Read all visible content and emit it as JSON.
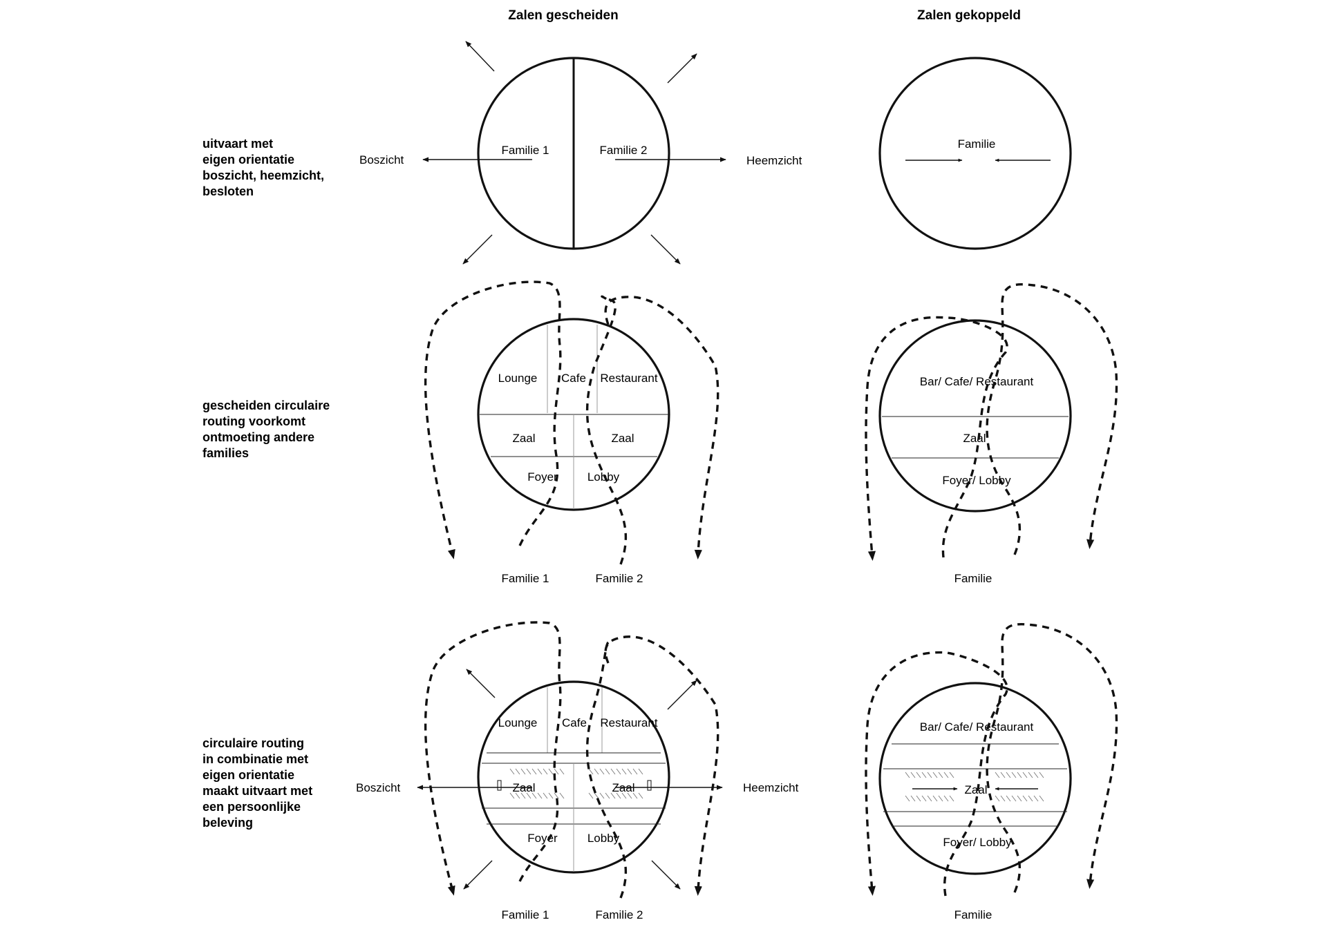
{
  "headers": {
    "separate": "Zalen gescheiden",
    "coupled": "Zalen gekoppeld"
  },
  "row_labels": {
    "row1": [
      "uitvaart met",
      "eigen orientatie",
      "boszicht, heemzicht,",
      "besloten"
    ],
    "row2": [
      "gescheiden circulaire",
      "routing voorkomt",
      "ontmoeting andere",
      "families"
    ],
    "row3": [
      "circulaire routing",
      "in combinatie met",
      "eigen orientatie",
      "maakt uitvaart met",
      "een persoonlijke",
      "beleving"
    ]
  },
  "orientation": {
    "left": "Boszicht",
    "right": "Heemzicht"
  },
  "rooms": {
    "familie1": "Familie 1",
    "familie2": "Familie 2",
    "familie": "Familie",
    "lounge": "Lounge",
    "cafe": "Cafe",
    "restaurant": "Restaurant",
    "zaal": "Zaal",
    "foyer": "Foyer",
    "lobby": "Lobby",
    "bar_cafe_restaurant": "Bar/ Cafe/ Restaurant",
    "foyer_lobby": "Foyer/ Lobby"
  },
  "colors": {
    "ink": "#111111",
    "faint_line": "#9a9a9a",
    "background": "#ffffff"
  }
}
